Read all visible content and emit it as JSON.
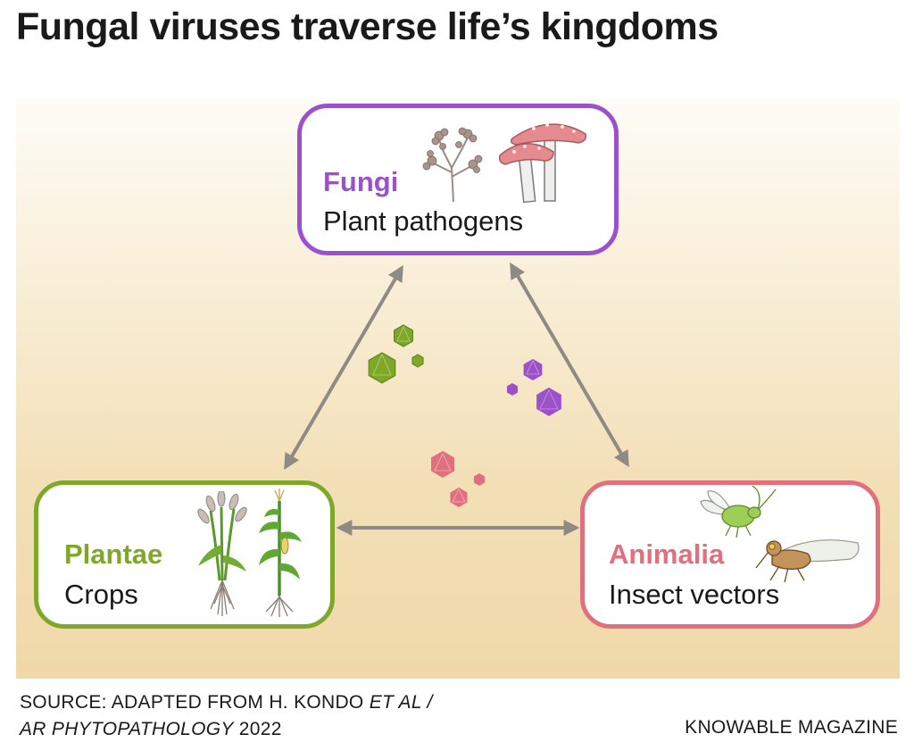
{
  "title": "Fungal viruses traverse life’s kingdoms",
  "kingdoms": {
    "fungi": {
      "name": "Fungi",
      "subtitle": "Plant pathogens"
    },
    "plantae": {
      "name": "Plantae",
      "subtitle": "Crops"
    },
    "animalia": {
      "name": "Animalia",
      "subtitle": "Insect vectors"
    }
  },
  "colors": {
    "fungi": "#9b51c9",
    "plantae": "#7fa82a",
    "animalia": "#e0707d",
    "arrow": "#8f8a84"
  },
  "source": {
    "line1_prefix": "SOURCE: ADAPTED FROM H. KONDO ",
    "line1_italic": "ET AL /",
    "line2_italic": "AR PHYTOPATHOLOGY",
    "line2_suffix": " 2022"
  },
  "credit": "KNOWABLE MAGAZINE",
  "icons": [
    "mold-icon",
    "mushroom-icon",
    "wheat-icon",
    "corn-icon",
    "aphid-icon",
    "leafhopper-icon",
    "virus-icon"
  ]
}
